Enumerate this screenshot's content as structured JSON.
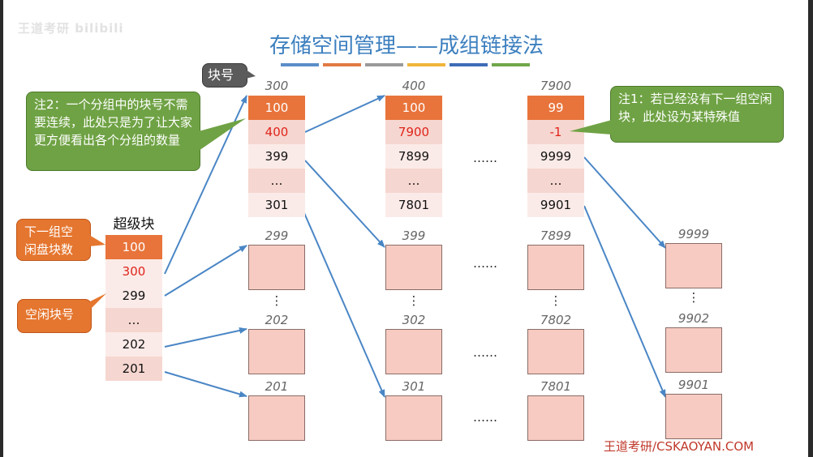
{
  "watermark": "王道考研 bilibili",
  "title": "存储空间管理——成组链接法",
  "title_bar_colors": [
    "#5b8ec9",
    "#e07a44",
    "#9a9a9a",
    "#f0b53b",
    "#3e6cb7",
    "#70a74a"
  ],
  "super_block": {
    "title": "超级块",
    "cells": [
      "100",
      "300",
      "299",
      "…",
      "202",
      "201"
    ]
  },
  "groups": [
    {
      "head_label": "300",
      "head_cells": [
        "100",
        "400",
        "399",
        "…",
        "301"
      ],
      "blocks": [
        {
          "label": "299"
        },
        {
          "label": "202"
        },
        {
          "label": "201"
        }
      ]
    },
    {
      "head_label": "400",
      "head_cells": [
        "100",
        "7900",
        "7899",
        "…",
        "7801"
      ],
      "blocks": [
        {
          "label": "399"
        },
        {
          "label": "302"
        },
        {
          "label": "301"
        }
      ]
    },
    {
      "head_label": "7900",
      "head_cells": [
        "99",
        "-1",
        "9999",
        "…",
        "9901"
      ],
      "blocks": [
        {
          "label": "7899"
        },
        {
          "label": "7802"
        },
        {
          "label": "7801"
        }
      ]
    },
    {
      "blocks": [
        {
          "label": "9999"
        },
        {
          "label": "9902"
        },
        {
          "label": "9901"
        }
      ]
    }
  ],
  "ellipsis_h": "……",
  "ellipsis_v": "⋮",
  "callouts": {
    "block_no": "块号",
    "note2": "注2：一个分组中的块号不需要连续，此处只是为了让大家更方便看出各个分组的数量",
    "note1": "注1：若已经没有下一组空闲块，此处设为某特殊值",
    "next_group_count": "下一组空闲盘块数",
    "free_block_no": "空闲块号"
  },
  "footer": "王道考研/CSKAOYAN.COM"
}
